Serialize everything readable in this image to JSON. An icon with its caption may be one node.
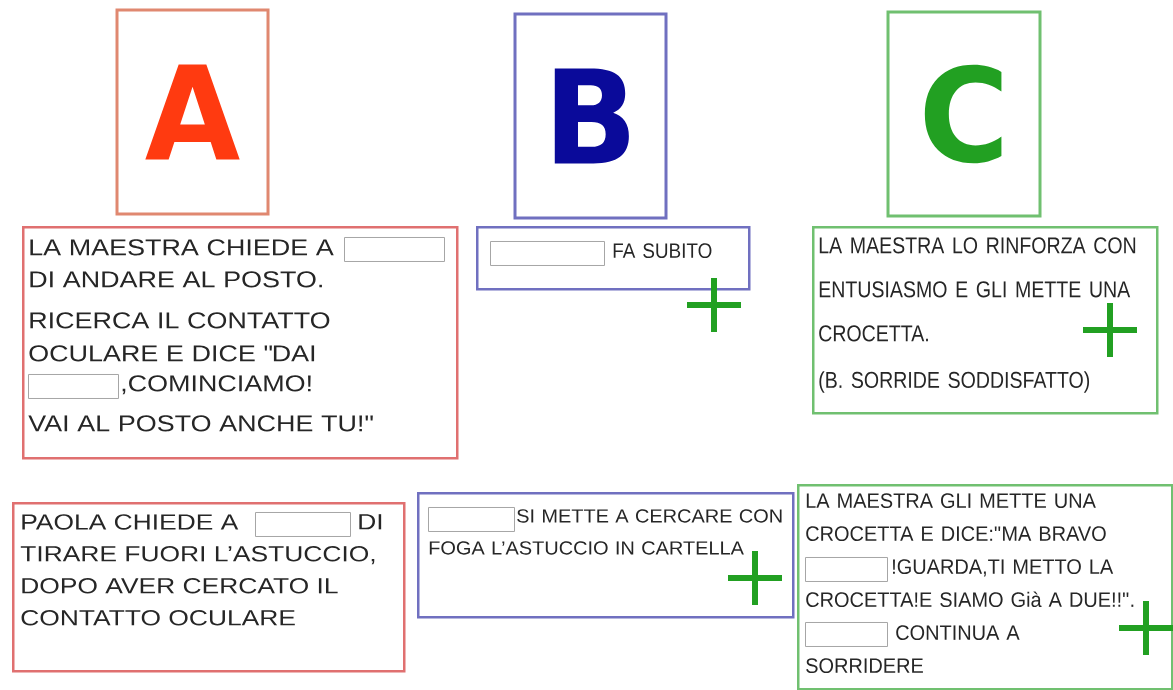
{
  "diagram": {
    "nodes": [
      {
        "text": [
          "A"
        ]
      },
      {
        "text": [
          "B"
        ]
      },
      {
        "text": [
          "C"
        ]
      },
      {
        "text": [
          "LA MAESTRA CHIEDE A",
          "DI ANDARE AL POSTO.",
          "RICERCA IL CONTATTO OCULARE E DICE \"DAI",
          ",COMINCIAMO!",
          "VAI AL POSTO ANCHE TU!\""
        ]
      },
      {
        "text": [],
        "shape": "box",
        "in": 3
      },
      {
        "text": [],
        "shape": "box",
        "in": 3
      },
      {
        "text": [
          "FA SUBITO"
        ]
      },
      {
        "text": [],
        "shape": "box",
        "in": 6
      },
      {
        "text": [
          "LA MAESTRA LO RINFORZA CON ENTUSIASMO E GLI METTE UNA CROCETTA.",
          "(B. SORRIDE SODDISFATTO)"
        ]
      },
      {
        "text": [
          "PAOLA CHIEDE A",
          "DI TIRARE FUORI L’ASTUCCIO, DOPO AVER CERCATO IL CONTATTO OCULARE"
        ]
      },
      {
        "text": [],
        "shape": "box",
        "in": 9
      },
      {
        "text": [
          "SI METTE A CERCARE CON FOGA L’ASTUCCIO IN CARTELLA"
        ]
      },
      {
        "text": [],
        "shape": "box",
        "in": 11
      },
      {
        "text": [
          "LA MAESTRA GLI METTE UNA CROCETTA E DICE:\"MA BRAVO",
          "!GUARDA,TI METTO LA CROCETTA!E SIAMO Già A DUE!!\".",
          "CONTINUA A SORRIDERE"
        ]
      },
      {
        "text": [],
        "shape": "box",
        "in": 13
      },
      {
        "text": [],
        "shape": "box",
        "in": 13
      }
    ]
  }
}
